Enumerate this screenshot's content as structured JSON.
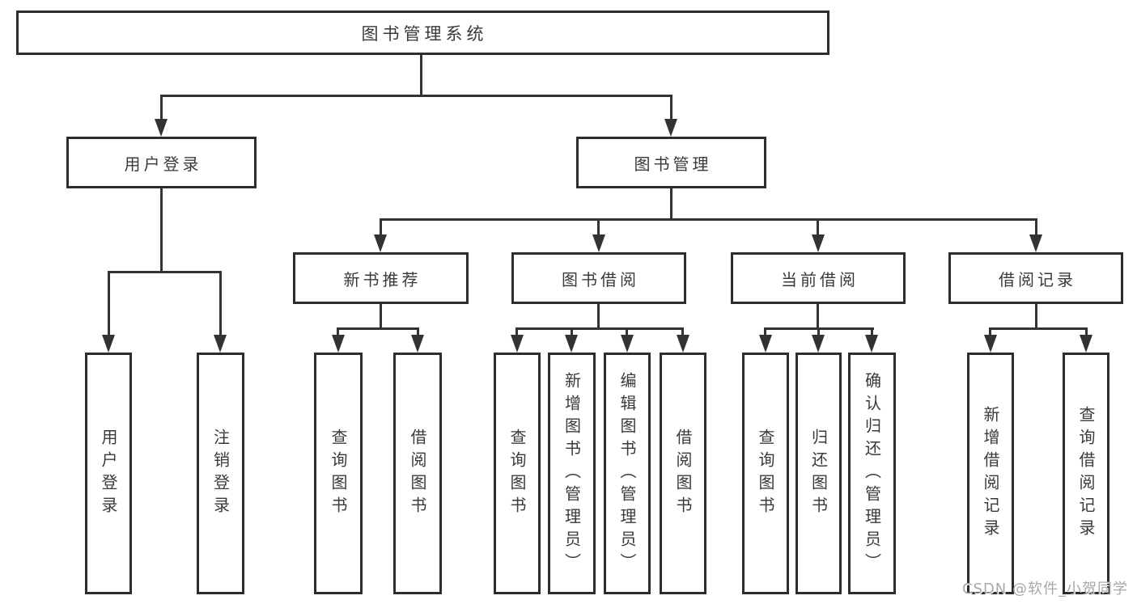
{
  "diagram": {
    "title": "图书管理系统",
    "watermark": "CSDN @软件_小贺同学",
    "level2": {
      "user_login": "用户登录",
      "book_management": "图书管理"
    },
    "level3": {
      "new_book_recommend": "新书推荐",
      "book_borrow": "图书借阅",
      "current_borrow": "当前借阅",
      "borrow_records": "借阅记录"
    },
    "leaves": {
      "user_login_leaf": "用户登录",
      "logout": "注销登录",
      "query_books_a": "查询图书",
      "borrow_books_a": "借阅图书",
      "query_books_b": "查询图书",
      "add_books_admin": "新增图书（管理员）",
      "edit_books_admin": "编辑图书（管理员）",
      "borrow_books_b": "借阅图书",
      "query_books_c": "查询图书",
      "return_books": "归还图书",
      "confirm_return_admin": "确认归还（管理员）",
      "add_borrow_record": "新增借阅记录",
      "query_borrow_record": "查询借阅记录"
    },
    "colors": {
      "line": "#333333",
      "border": "#2d2d2d",
      "text": "#3a3a3a",
      "watermark": "#a8a8a8"
    }
  }
}
